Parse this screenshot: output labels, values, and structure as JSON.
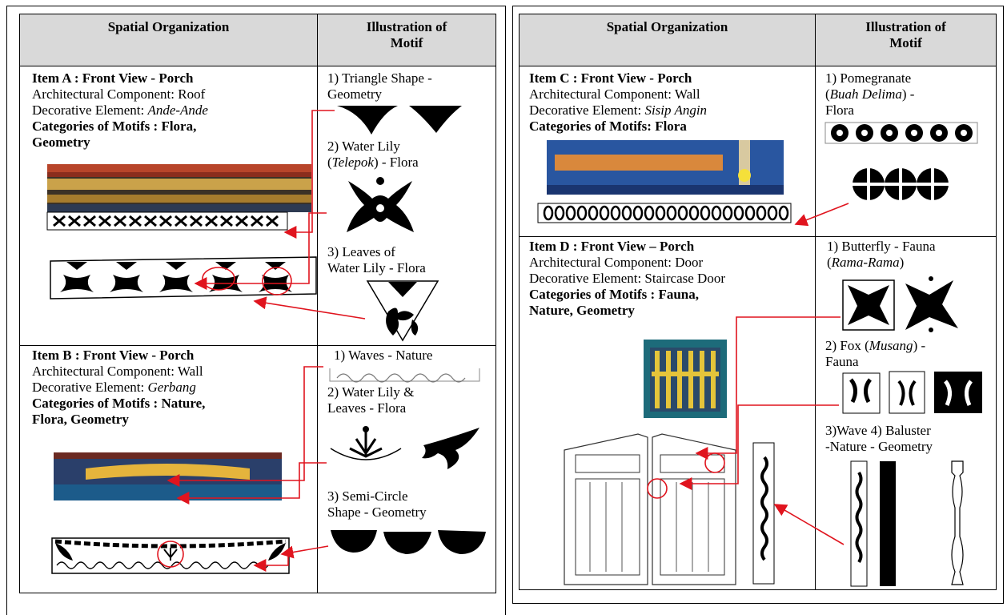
{
  "headers": {
    "spatial": "Spatial Organization",
    "motif_line1": "Illustration of",
    "motif_line2": "Motif"
  },
  "item_a": {
    "title": "Item A : Front View - Porch",
    "component": "Architectural Component: Roof",
    "decorative_prefix": "Decorative Element: ",
    "decorative_value": "Ande-Ande",
    "categories_line1": "Categories of Motifs : Flora,",
    "categories_line2": "Geometry",
    "motifs": {
      "m1_line1": "1) Triangle Shape -",
      "m1_line2": "Geometry",
      "m2_line1": "2) Water Lily",
      "m2_line2_italic": "Telepok",
      "m2_line2_rest": " - Flora",
      "m3_line1": "3) Leaves of",
      "m3_line2": "Water Lily - Flora"
    }
  },
  "item_b": {
    "title": "Item B : Front View - Porch",
    "component": "Architectural Component: Wall",
    "decorative_prefix": "Decorative Element: ",
    "decorative_value": "Gerbang",
    "categories_line1": "Categories of Motifs : Nature,",
    "categories_line2": "Flora, Geometry",
    "motifs": {
      "m1_line1": "1) Waves - Nature",
      "m2_line1": "2) Water Lily &",
      "m2_line2": "Leaves - Flora",
      "m3_line1": "3) Semi-Circle",
      "m3_line2": "Shape - Geometry"
    }
  },
  "item_c": {
    "title": "Item C : Front View - Porch",
    "component": "Architectural Component: Wall",
    "decorative_prefix": "Decorative Element: ",
    "decorative_value": "Sisip Angin",
    "categories_line1": "Categories of Motifs: Flora",
    "motifs": {
      "m1_line1": "1) Pomegranate",
      "m1_line2_italic": "Buah Delima",
      "m1_line2_rest": " -",
      "m1_line3": "Flora"
    }
  },
  "item_d": {
    "title": "Item D : Front View – Porch",
    "component": "Architectural Component: Door",
    "decorative": "Decorative Element: Staircase Door",
    "categories_line1": "Categories of Motifs : Fauna,",
    "categories_line2": "Nature, Geometry",
    "motifs": {
      "m1_line1": "1) Butterfly - Fauna",
      "m1_line2_italic": "Rama-Rama",
      "m2_line1_prefix": "2) Fox (",
      "m2_line1_italic": "Musang",
      "m2_line1_rest": ") -",
      "m2_line2": "Fauna",
      "m3_line1": "3)Wave 4) Baluster",
      "m3_line2": "-Nature  - Geometry"
    }
  },
  "colors": {
    "arrow": "#e0141e",
    "header_bg": "#d9d9d9",
    "wood_blue": "#1f4f8a",
    "wood_yellow": "#e5b43c"
  }
}
